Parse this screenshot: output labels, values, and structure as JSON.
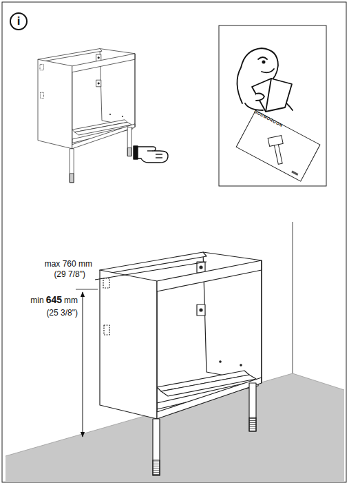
{
  "diagram": {
    "labels": [
      "i",
      "GODMORGON",
      "max 760 mm",
      "(29 7/8\")",
      "min",
      "645",
      "mm",
      "(25 3/8\")"
    ]
  }
}
